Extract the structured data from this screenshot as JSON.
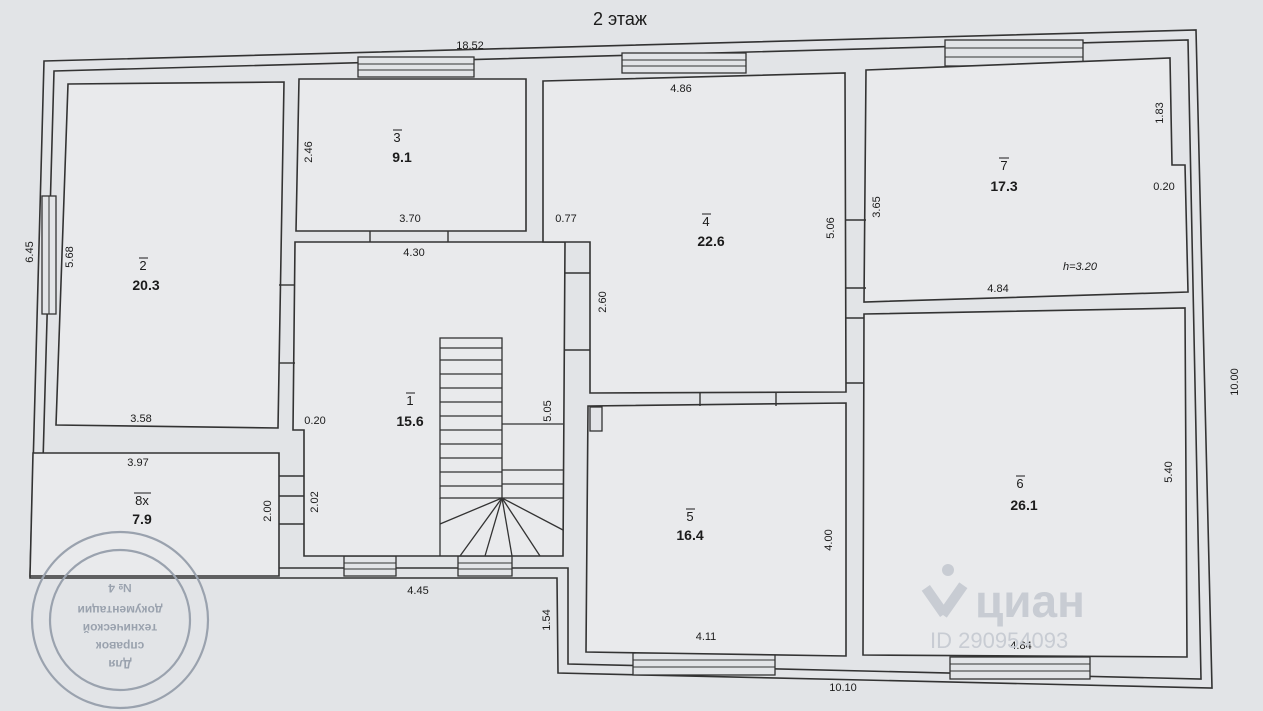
{
  "title": "2 этаж",
  "ceiling_height": "h=3.20",
  "rooms": [
    {
      "number": "1",
      "area": "15.6"
    },
    {
      "number": "2",
      "area": "20.3"
    },
    {
      "number": "3",
      "area": "9.1"
    },
    {
      "number": "4",
      "area": "22.6"
    },
    {
      "number": "5",
      "area": "16.4"
    },
    {
      "number": "6",
      "area": "26.1"
    },
    {
      "number": "7",
      "area": "17.3"
    },
    {
      "number": "8х",
      "area": "7.9"
    }
  ],
  "dimensions": {
    "top_total": "18.52",
    "bottom_total": "10.10",
    "right_total": "10.00",
    "left_total": "6.45",
    "step_1_54": "1.54",
    "r2_height": "5.68",
    "r2_width": "3.58",
    "r3_height": "2.46",
    "r3_width": "3.70",
    "r1_width_top": "4.30",
    "r1_wall": "0.20",
    "r1_height": "5.05",
    "r1_bottom": "4.45",
    "r1_side": "2.02",
    "r8_width": "3.97",
    "r8_height": "2.00",
    "r4_width": "4.86",
    "r4_height": "5.06",
    "r4_offset": "0.77",
    "r4_lower": "2.60",
    "r7_height": "3.65",
    "r7_notch": "1.83",
    "r7_wall": "0.20",
    "r7_width": "4.84",
    "r6_width": "4.84",
    "r6_height": "5.40",
    "r5_width": "4.11",
    "r5_height": "4.00"
  },
  "stamp": {
    "line1": "Для",
    "line2": "справок",
    "line3": "технической",
    "line4": "документации",
    "line5": "№ 4"
  },
  "watermark": {
    "brand": "циан",
    "id": "ID 290954093"
  }
}
